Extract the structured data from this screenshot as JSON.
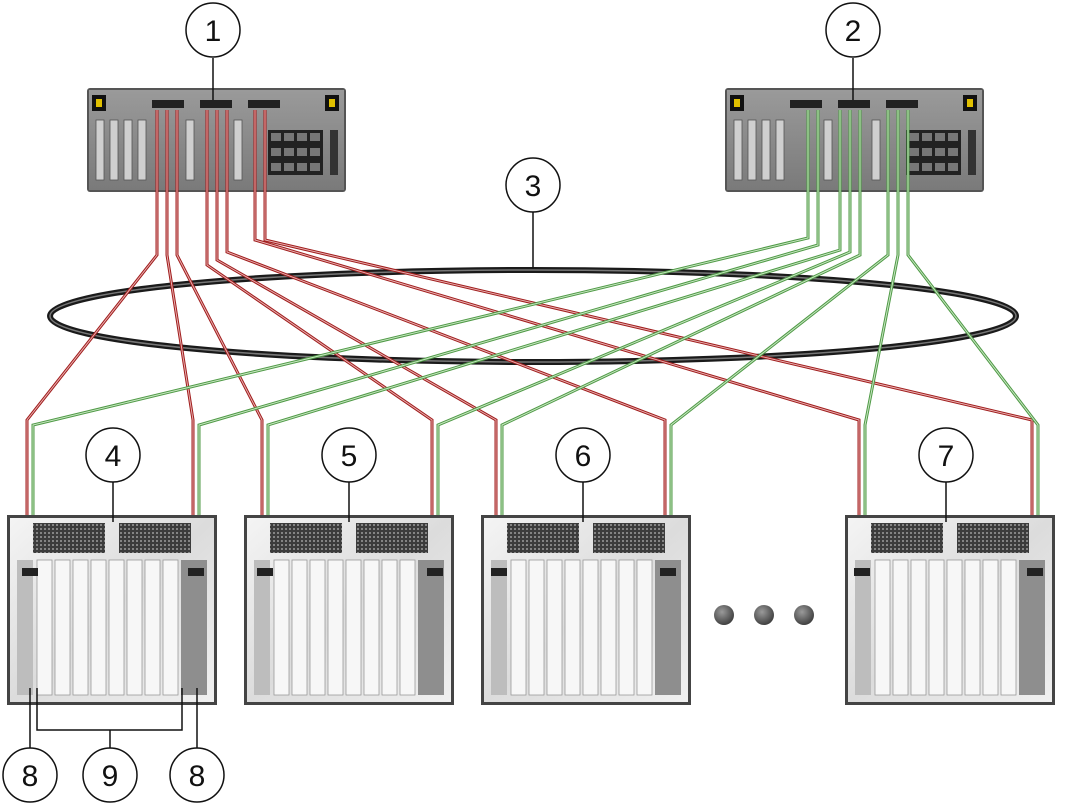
{
  "callouts": {
    "c1": "1",
    "c2": "2",
    "c3": "3",
    "c4": "4",
    "c5": "5",
    "c6": "6",
    "c7": "7",
    "c8a": "8",
    "c9": "9",
    "c8b": "8"
  },
  "colors": {
    "red_cable": "#a01c1c",
    "green_cable": "#4f9a46",
    "ring": "#1a1a1a",
    "chassis_light": "#e9e9e9",
    "chassis_dark": "#3a3a3a",
    "switch_body": "#8c8c8c"
  },
  "icons": {
    "switch": "network-switch-icon",
    "chassis": "blade-chassis-icon",
    "ellipsis": "ellipsis-dots-icon"
  }
}
